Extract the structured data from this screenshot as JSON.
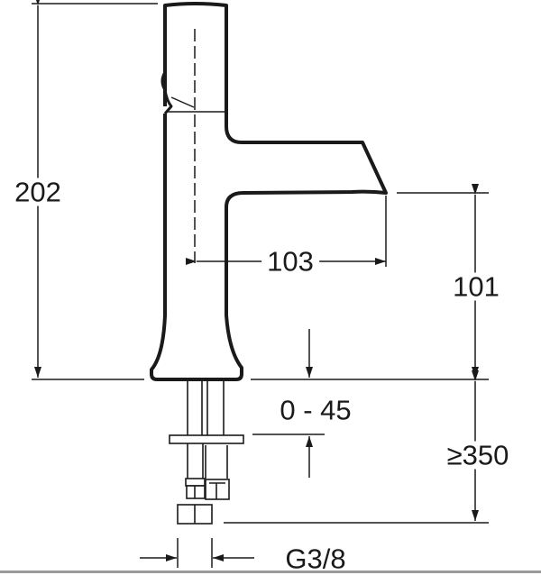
{
  "title": "Faucet dimension drawing",
  "dimensions": {
    "overall_height": "202",
    "spout_reach": "103",
    "spout_height": "101",
    "deck_thickness": "0 - 45",
    "hose_length": "≥350",
    "connection": "G3/8"
  },
  "colors": {
    "line": "#1a1a1a",
    "background": "#ffffff"
  }
}
